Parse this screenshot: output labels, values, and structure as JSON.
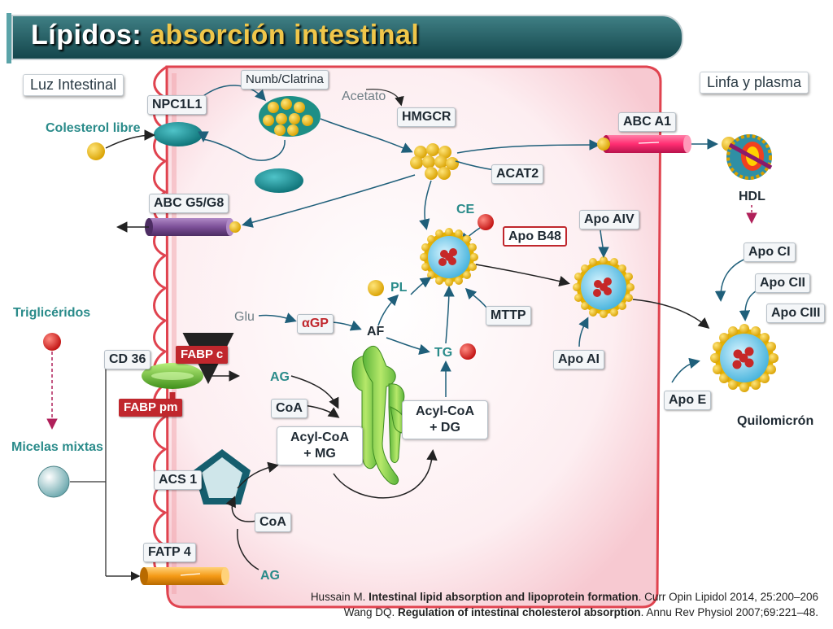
{
  "title": {
    "part1": "Lípidos:",
    "part2": " absorción intestinal"
  },
  "regions": {
    "lumen": "Luz Intestinal",
    "lymph": "Linfa y plasma"
  },
  "labels": {
    "numb": "Numb/Clatrina",
    "acetato": "Acetato",
    "npc1l1": "NPC1L1",
    "hmgcr": "HMGCR",
    "abca1": "ABC A1",
    "colesterol": "Colesterol libre",
    "acat2": "ACAT2",
    "hdl": "HDL",
    "abcg5": "ABC G5/G8",
    "ce": "CE",
    "apoaiv": "Apo AIV",
    "apob48": "Apo B48",
    "apoci": "Apo CI",
    "apocii": "Apo CII",
    "apociii": "Apo CIII",
    "pl": "PL",
    "trigliceridos": "Triglicéridos",
    "glu": "Glu",
    "agp": "αGP",
    "af": "AF",
    "mttp": "MTTP",
    "cd36": "CD 36",
    "fabpc": "FABP c",
    "tg": "TG",
    "apoai": "Apo AI",
    "ag1": "AG",
    "fabppm": "FABP pm",
    "coa1": "CoA",
    "acyl1": "Acyl-CoA\n+ DG",
    "apoe": "Apo E",
    "acyl2a": "Acyl-CoA",
    "acyl2b": "+ MG",
    "acyl1a": "Acyl-CoA",
    "acyl1b": "+ DG",
    "quilo": "Quilomicrón",
    "micelas": "Micelas mixtas",
    "acs1": "ACS 1",
    "coa2": "CoA",
    "fatp4": "FATP 4",
    "ag2": "AG"
  },
  "refs": {
    "r1_pre": "Hussain M. ",
    "r1_title": "Intestinal lipid absorption and lipoprotein formation",
    "r1_post": ". Curr Opin Lipidol 2014, 25:200–206",
    "r2_pre": "Wang DQ. ",
    "r2_title": "Regulation of intestinal cholesterol absorption",
    "r2_post": ". Annu Rev Physiol 2007;69:221–48."
  },
  "colors": {
    "teal": "#2a8b8a",
    "red_label": "#c0272d",
    "membrane": "#e0434f",
    "cell_fill": "#fde8ec"
  }
}
